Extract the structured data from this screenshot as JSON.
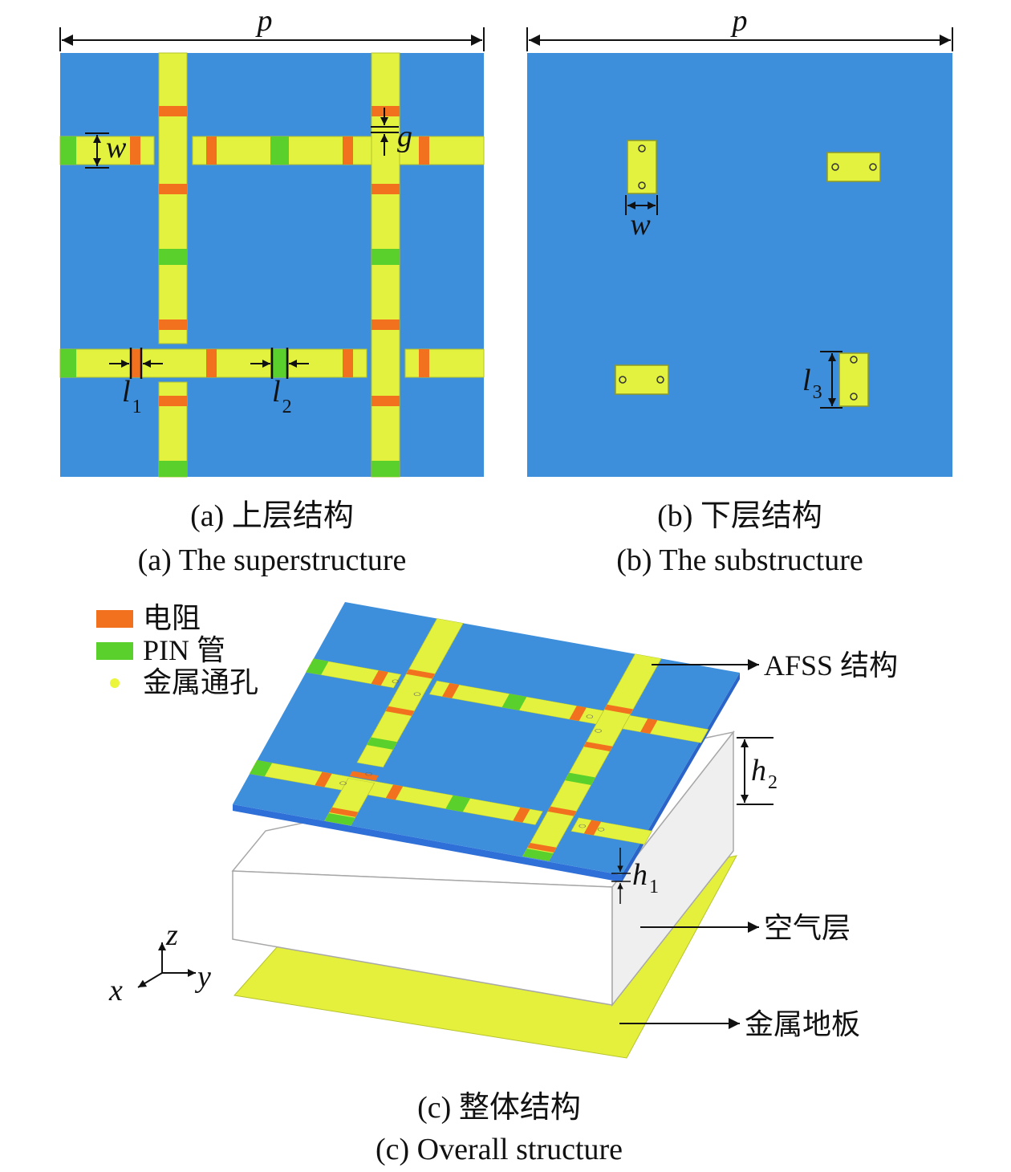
{
  "colors": {
    "substrate": "#3d8fdc",
    "substrate_edge": "#2f6fd8",
    "strip": "#e2f23f",
    "strip_edge": "#9aa52a",
    "resistor": "#f2711f",
    "pin": "#59d02b",
    "via": "#eaf53c",
    "air_top": "#ffffff",
    "air_side": "#f0f0f0",
    "ground": "#e4f03c"
  },
  "panel_a": {
    "dim_p": "p",
    "dim_w": "w",
    "dim_g": "g",
    "dim_l1": "l",
    "dim_l1_sub": "1",
    "dim_l2": "l",
    "dim_l2_sub": "2",
    "caption_cn": "(a) 上层结构",
    "caption_en": "(a) The superstructure"
  },
  "panel_b": {
    "dim_p": "p",
    "dim_w": "w",
    "dim_l3": "l",
    "dim_l3_sub": "3",
    "caption_cn": "(b) 下层结构",
    "caption_en": "(b) The substructure"
  },
  "panel_c": {
    "legend": [
      {
        "label": "电阻",
        "color": "#f2711f",
        "shape": "rect"
      },
      {
        "label": "PIN 管",
        "color": "#59d02b",
        "shape": "rect"
      },
      {
        "label": "金属通孔",
        "color": "#eaf53c",
        "shape": "dot"
      }
    ],
    "label_afss": "AFSS 结构",
    "label_air": "空气层",
    "label_ground": "金属地板",
    "dim_h1": "h",
    "dim_h1_sub": "1",
    "dim_h2": "h",
    "dim_h2_sub": "2",
    "axis_x": "x",
    "axis_y": "y",
    "axis_z": "z",
    "caption_cn": "(c) 整体结构",
    "caption_en": "(c) Overall structure"
  }
}
